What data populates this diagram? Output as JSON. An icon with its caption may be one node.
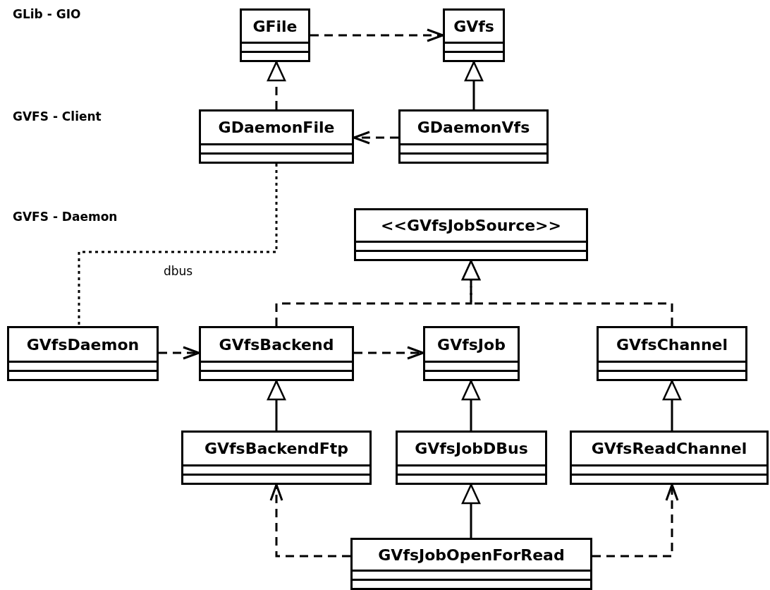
{
  "diagram": {
    "nodes": [
      {
        "text": [
          "GFile"
        ]
      },
      {
        "text": [
          "GVfs"
        ]
      },
      {
        "text": [
          "GDaemonFile"
        ]
      },
      {
        "text": [
          "GDaemonVfs"
        ]
      },
      {
        "text": [
          "<<GVfsJobSource>>"
        ]
      },
      {
        "text": [
          "GVfsDaemon"
        ]
      },
      {
        "text": [
          "GVfsBackend"
        ]
      },
      {
        "text": [
          "GVfsJob"
        ]
      },
      {
        "text": [
          "GVfsChannel"
        ]
      },
      {
        "text": [
          "GVfsBackendFtp"
        ]
      },
      {
        "text": [
          "GVfsJobDBus"
        ]
      },
      {
        "text": [
          "GVfsReadChannel"
        ]
      },
      {
        "text": [
          "GVfsJobOpenForRead"
        ]
      }
    ],
    "edges": [
      {
        "from": 0,
        "to": 1,
        "arrow": "to",
        "style": "dashed"
      },
      {
        "from": 2,
        "to": 0,
        "arrow": "to",
        "style": "dashed"
      },
      {
        "from": 3,
        "to": 1,
        "arrow": "to"
      },
      {
        "from": 3,
        "to": 2,
        "arrow": "to",
        "style": "dashed"
      },
      {
        "from": 2,
        "to": 5,
        "arrow": "none",
        "style": "dashed",
        "label": "dbus"
      },
      {
        "from": 6,
        "to": 4,
        "arrow": "to",
        "style": "dashed"
      },
      {
        "from": 8,
        "to": 4,
        "arrow": "to",
        "style": "dashed"
      },
      {
        "from": 5,
        "to": 6,
        "arrow": "to",
        "style": "dashed"
      },
      {
        "from": 6,
        "to": 7,
        "arrow": "to",
        "style": "dashed"
      },
      {
        "from": 9,
        "to": 6,
        "arrow": "to"
      },
      {
        "from": 10,
        "to": 7,
        "arrow": "to"
      },
      {
        "from": 11,
        "to": 8,
        "arrow": "to"
      },
      {
        "from": 12,
        "to": 10,
        "arrow": "to"
      },
      {
        "from": 12,
        "to": 9,
        "arrow": "to",
        "style": "dashed"
      },
      {
        "from": 12,
        "to": 11,
        "arrow": "to",
        "style": "dashed"
      }
    ],
    "labels": [
      "GLib - GIO",
      "GVFS - Client",
      "GVFS - Daemon"
    ]
  }
}
